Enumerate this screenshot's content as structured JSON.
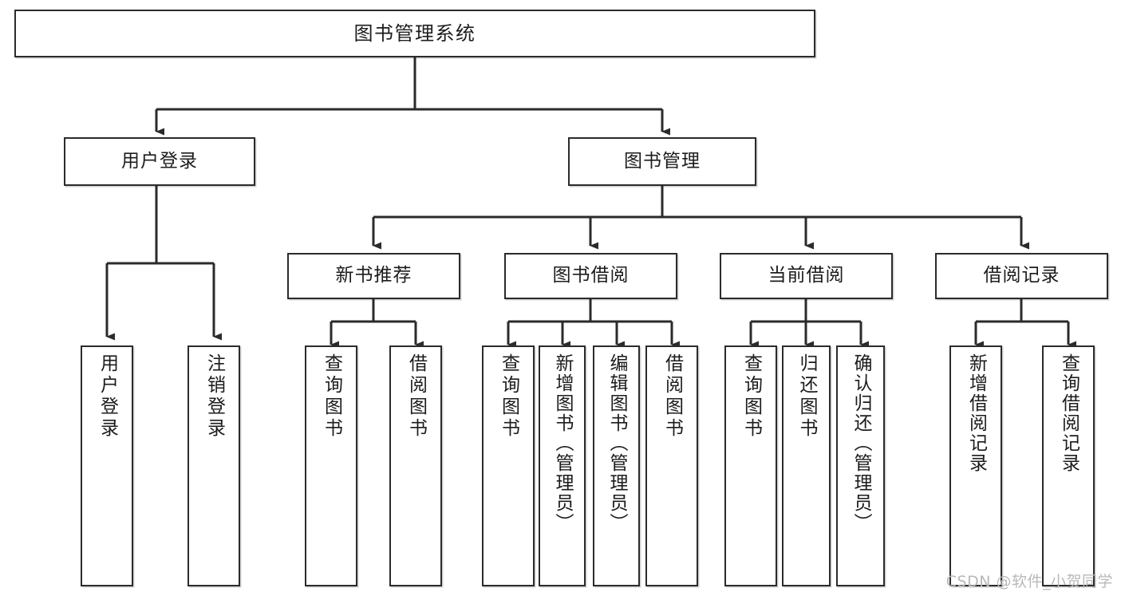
{
  "diagram": {
    "type": "tree-hierarchy",
    "title": "图书管理系统",
    "watermark": "CSDN @软件_小贺同学",
    "colors": {
      "background": "#ffffff",
      "node_fill": "#ffffff",
      "node_stroke": "#2b2b2b",
      "edge_stroke": "#2b2b2b",
      "watermark": "#b9b9b9"
    },
    "root": {
      "id": "root",
      "label": "图书管理系统"
    },
    "level2": [
      {
        "id": "user-login",
        "label": "用户登录"
      },
      {
        "id": "book-manage",
        "label": "图书管理"
      }
    ],
    "level3": [
      {
        "id": "new-book-recommend",
        "label": "新书推荐",
        "parent": "book-manage"
      },
      {
        "id": "book-borrow",
        "label": "图书借阅",
        "parent": "book-manage"
      },
      {
        "id": "current-borrow",
        "label": "当前借阅",
        "parent": "book-manage"
      },
      {
        "id": "borrow-record",
        "label": "借阅记录",
        "parent": "book-manage"
      }
    ],
    "leaves": {
      "user_login": [
        {
          "id": "leaf-user-login",
          "label": "用户登录"
        },
        {
          "id": "leaf-user-logout",
          "label": "注销登录"
        }
      ],
      "new_book_recommend": [
        {
          "id": "leaf-query-book-1",
          "label": "查询图书"
        },
        {
          "id": "leaf-borrow-book-1",
          "label": "借阅图书"
        }
      ],
      "book_borrow": [
        {
          "id": "leaf-query-book-2",
          "label": "查询图书"
        },
        {
          "id": "leaf-add-book",
          "label": "新增图书（管理员）"
        },
        {
          "id": "leaf-edit-book",
          "label": "编辑图书（管理员）"
        },
        {
          "id": "leaf-borrow-book-2",
          "label": "借阅图书"
        }
      ],
      "current_borrow": [
        {
          "id": "leaf-query-book-3",
          "label": "查询图书"
        },
        {
          "id": "leaf-return-book",
          "label": "归还图书"
        },
        {
          "id": "leaf-confirm-return",
          "label": "确认归还（管理员）"
        }
      ],
      "borrow_record": [
        {
          "id": "leaf-add-record",
          "label": "新增借阅记录"
        },
        {
          "id": "leaf-query-record",
          "label": "查询借阅记录"
        }
      ]
    }
  }
}
